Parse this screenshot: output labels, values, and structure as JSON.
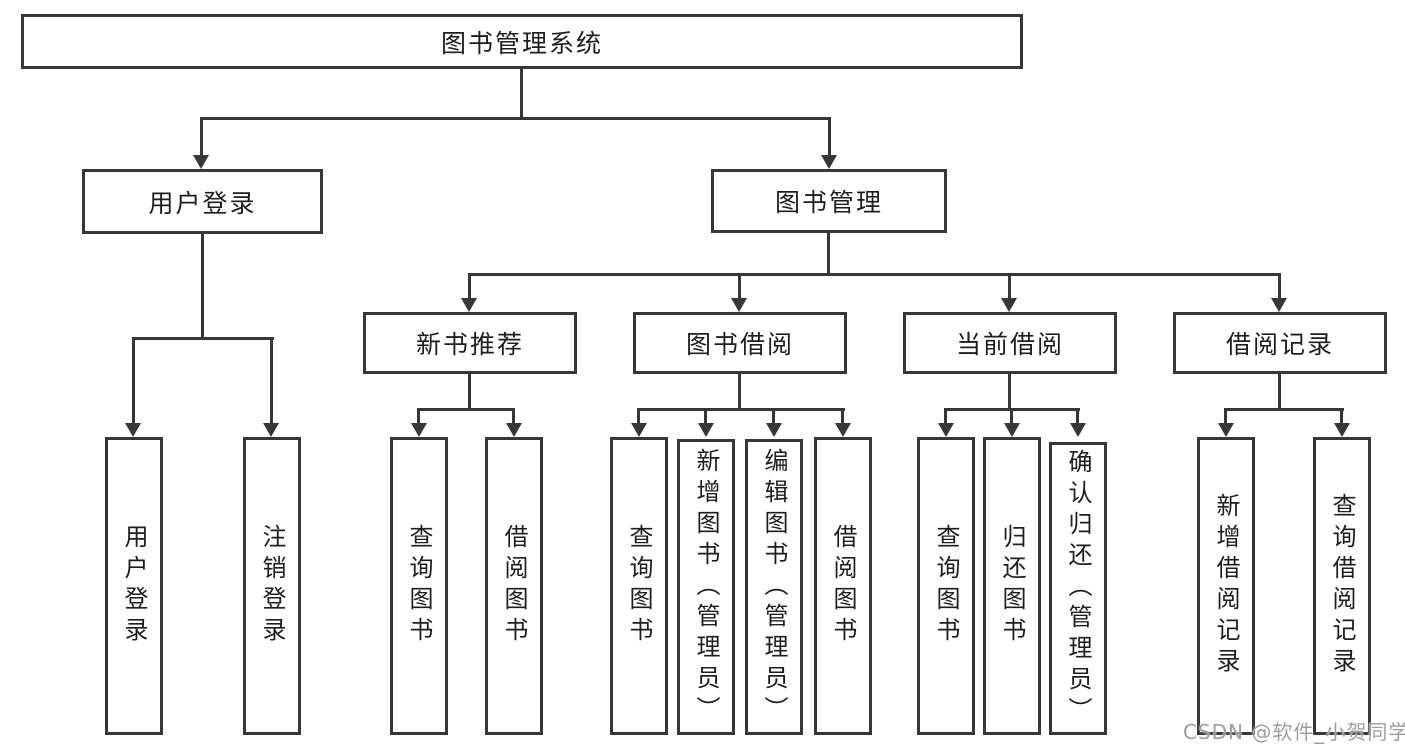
{
  "title": "图书管理系统",
  "nodes": {
    "root": {
      "label": "图书管理系统"
    },
    "level2": [
      {
        "label": "用户登录"
      },
      {
        "label": "图书管理"
      }
    ],
    "level3": [
      {
        "label": "新书推荐",
        "parent": "图书管理"
      },
      {
        "label": "图书借阅",
        "parent": "图书管理"
      },
      {
        "label": "当前借阅",
        "parent": "图书管理"
      },
      {
        "label": "借阅记录",
        "parent": "图书管理"
      }
    ],
    "leaves": [
      {
        "label": "用户登录",
        "parent": "用户登录"
      },
      {
        "label": "注销登录",
        "parent": "用户登录"
      },
      {
        "label": "查询图书",
        "parent": "新书推荐"
      },
      {
        "label": "借阅图书",
        "parent": "新书推荐"
      },
      {
        "label": "查询图书",
        "parent": "图书借阅"
      },
      {
        "label": "新增图书（管理员）",
        "parent": "图书借阅"
      },
      {
        "label": "编辑图书（管理员）",
        "parent": "图书借阅"
      },
      {
        "label": "借阅图书",
        "parent": "图书借阅"
      },
      {
        "label": "查询图书",
        "parent": "当前借阅"
      },
      {
        "label": "归还图书",
        "parent": "当前借阅"
      },
      {
        "label": "确认归还（管理员）",
        "parent": "当前借阅"
      },
      {
        "label": "新增借阅记录",
        "parent": "借阅记录"
      },
      {
        "label": "查询借阅记录",
        "parent": "借阅记录"
      }
    ]
  },
  "watermark": "CSDN @软件_小贺同学",
  "colors": {
    "line": "#373737",
    "box_border": "#373737",
    "text": "#1e1e1e",
    "watermark": "#9e9e9e",
    "background": "#ffffff"
  }
}
